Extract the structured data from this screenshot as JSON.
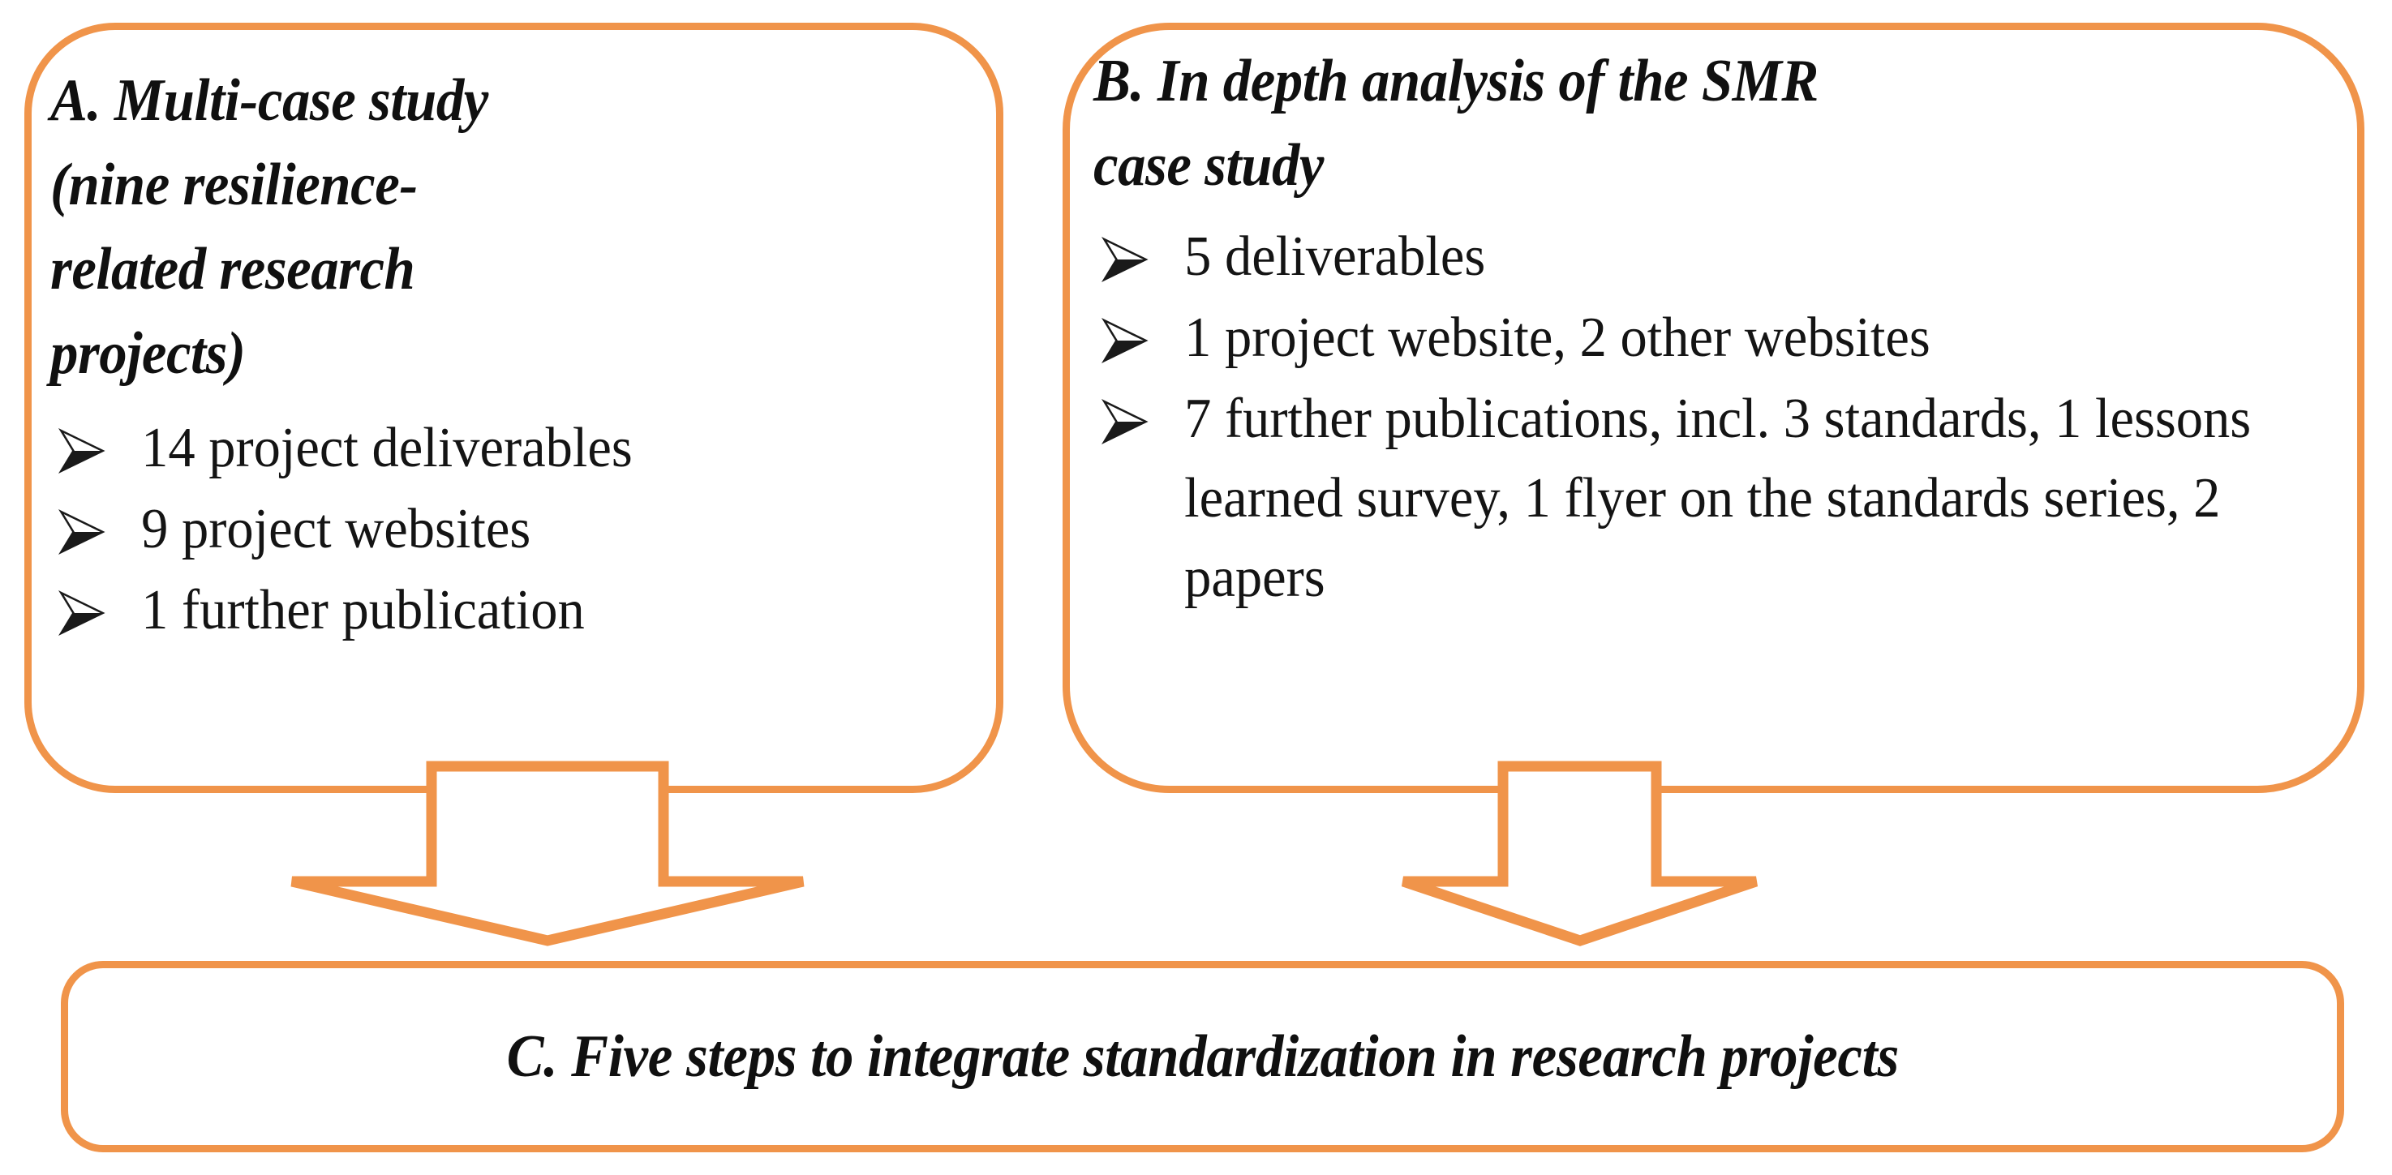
{
  "diagram": {
    "accent_color": "#f0944a",
    "text_color": "#141414",
    "boxes": [
      {
        "id": "A",
        "heading": "A. Multi-case study (nine resilience-related research projects)",
        "bullets": [
          "14 project deliverables",
          "9 project websites",
          "1 further publication"
        ]
      },
      {
        "id": "B",
        "heading": "B. In depth analysis of the SMR case study",
        "bullets": [
          "5 deliverables",
          "1 project website, 2 other websites",
          "7 further publications, incl. 3 standards, 1 lessons learned survey, 1 flyer on the standards series, 2 papers"
        ]
      },
      {
        "id": "C",
        "heading": "C. Five steps to integrate standardization in research projects",
        "bullets": []
      }
    ],
    "connectors": [
      {
        "id": "arrow-a-to-c",
        "icon": "down-arrow-icon",
        "from": "A",
        "to": "C"
      },
      {
        "id": "arrow-b-to-c",
        "icon": "down-arrow-icon",
        "from": "B",
        "to": "C"
      }
    ],
    "bullet_marker": "arrowhead-bullet-icon"
  }
}
